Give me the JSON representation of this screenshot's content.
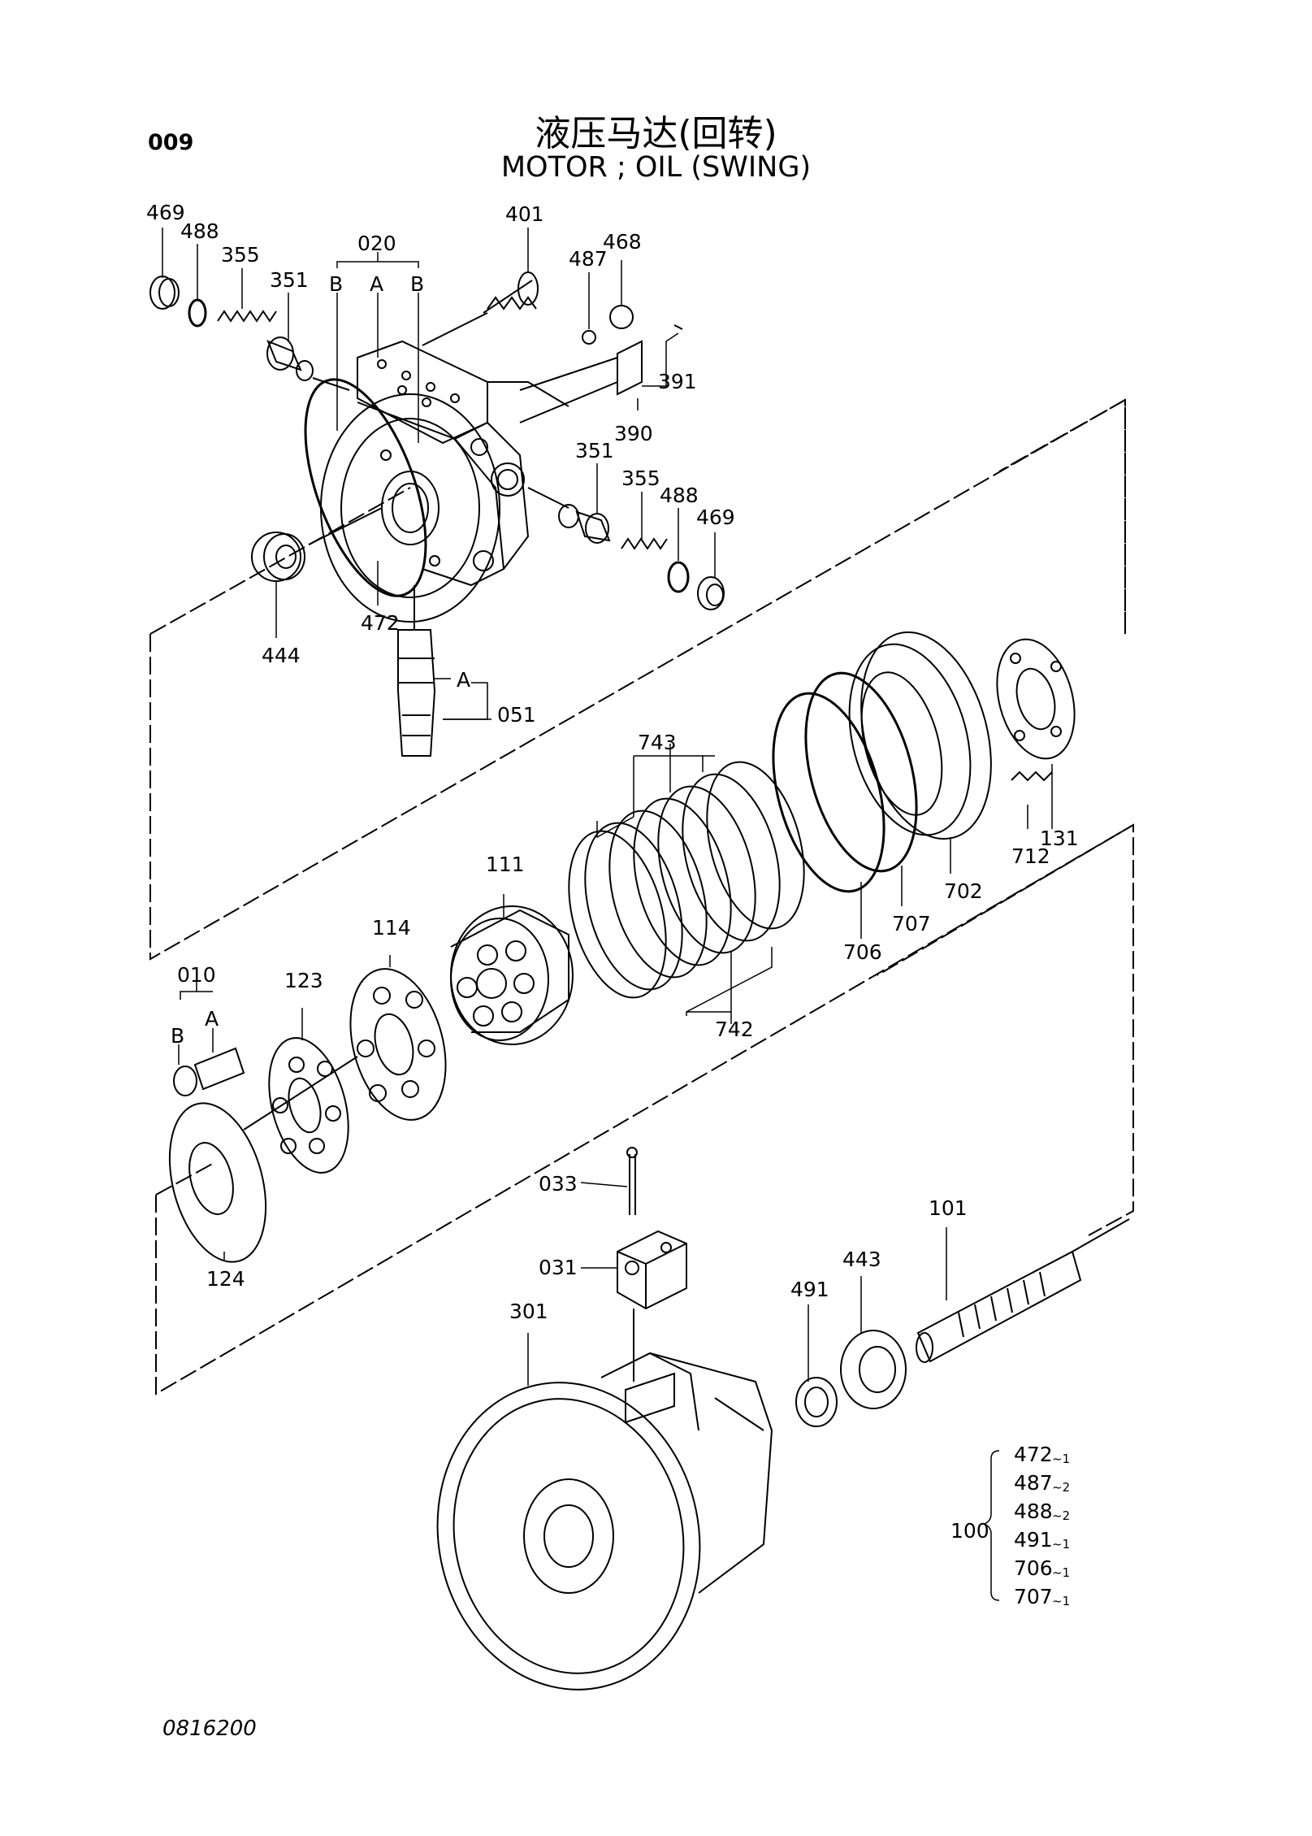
{
  "header": {
    "page_number": "009",
    "title_cn": "液压马达(回转)",
    "title_en": "MOTOR ; OIL (SWING)"
  },
  "footer": {
    "doc_number": "0816200"
  },
  "callouts": {
    "p469a": "469",
    "p488a": "488",
    "p355a": "355",
    "p351a": "351",
    "p020": "020",
    "p020B1": "B",
    "p020A": "A",
    "p020B2": "B",
    "p401": "401",
    "p487": "487",
    "p468": "468",
    "p391": "391",
    "p390": "390",
    "p351b": "351",
    "p355b": "355",
    "p488b": "488",
    "p469b": "469",
    "p444": "444",
    "p472": "472",
    "p051A": "A",
    "p051": "051",
    "p743": "743",
    "p131": "131",
    "p712": "712",
    "p702": "702",
    "p707": "707",
    "p706": "706",
    "p742": "742",
    "p111": "111",
    "p114": "114",
    "p123": "123",
    "p010": "010",
    "p010B": "B",
    "p010A": "A",
    "p124": "124",
    "p033": "033",
    "p031": "031",
    "p301": "301",
    "p101": "101",
    "p443": "443",
    "p491": "491"
  },
  "kit": {
    "label": "100",
    "items": [
      {
        "part": "472",
        "qty": "~1"
      },
      {
        "part": "487",
        "qty": "~2"
      },
      {
        "part": "488",
        "qty": "~2"
      },
      {
        "part": "491",
        "qty": "~1"
      },
      {
        "part": "706",
        "qty": "~1"
      },
      {
        "part": "707",
        "qty": "~1"
      }
    ]
  },
  "colors": {
    "ink": "#000000",
    "paper": "#ffffff"
  }
}
